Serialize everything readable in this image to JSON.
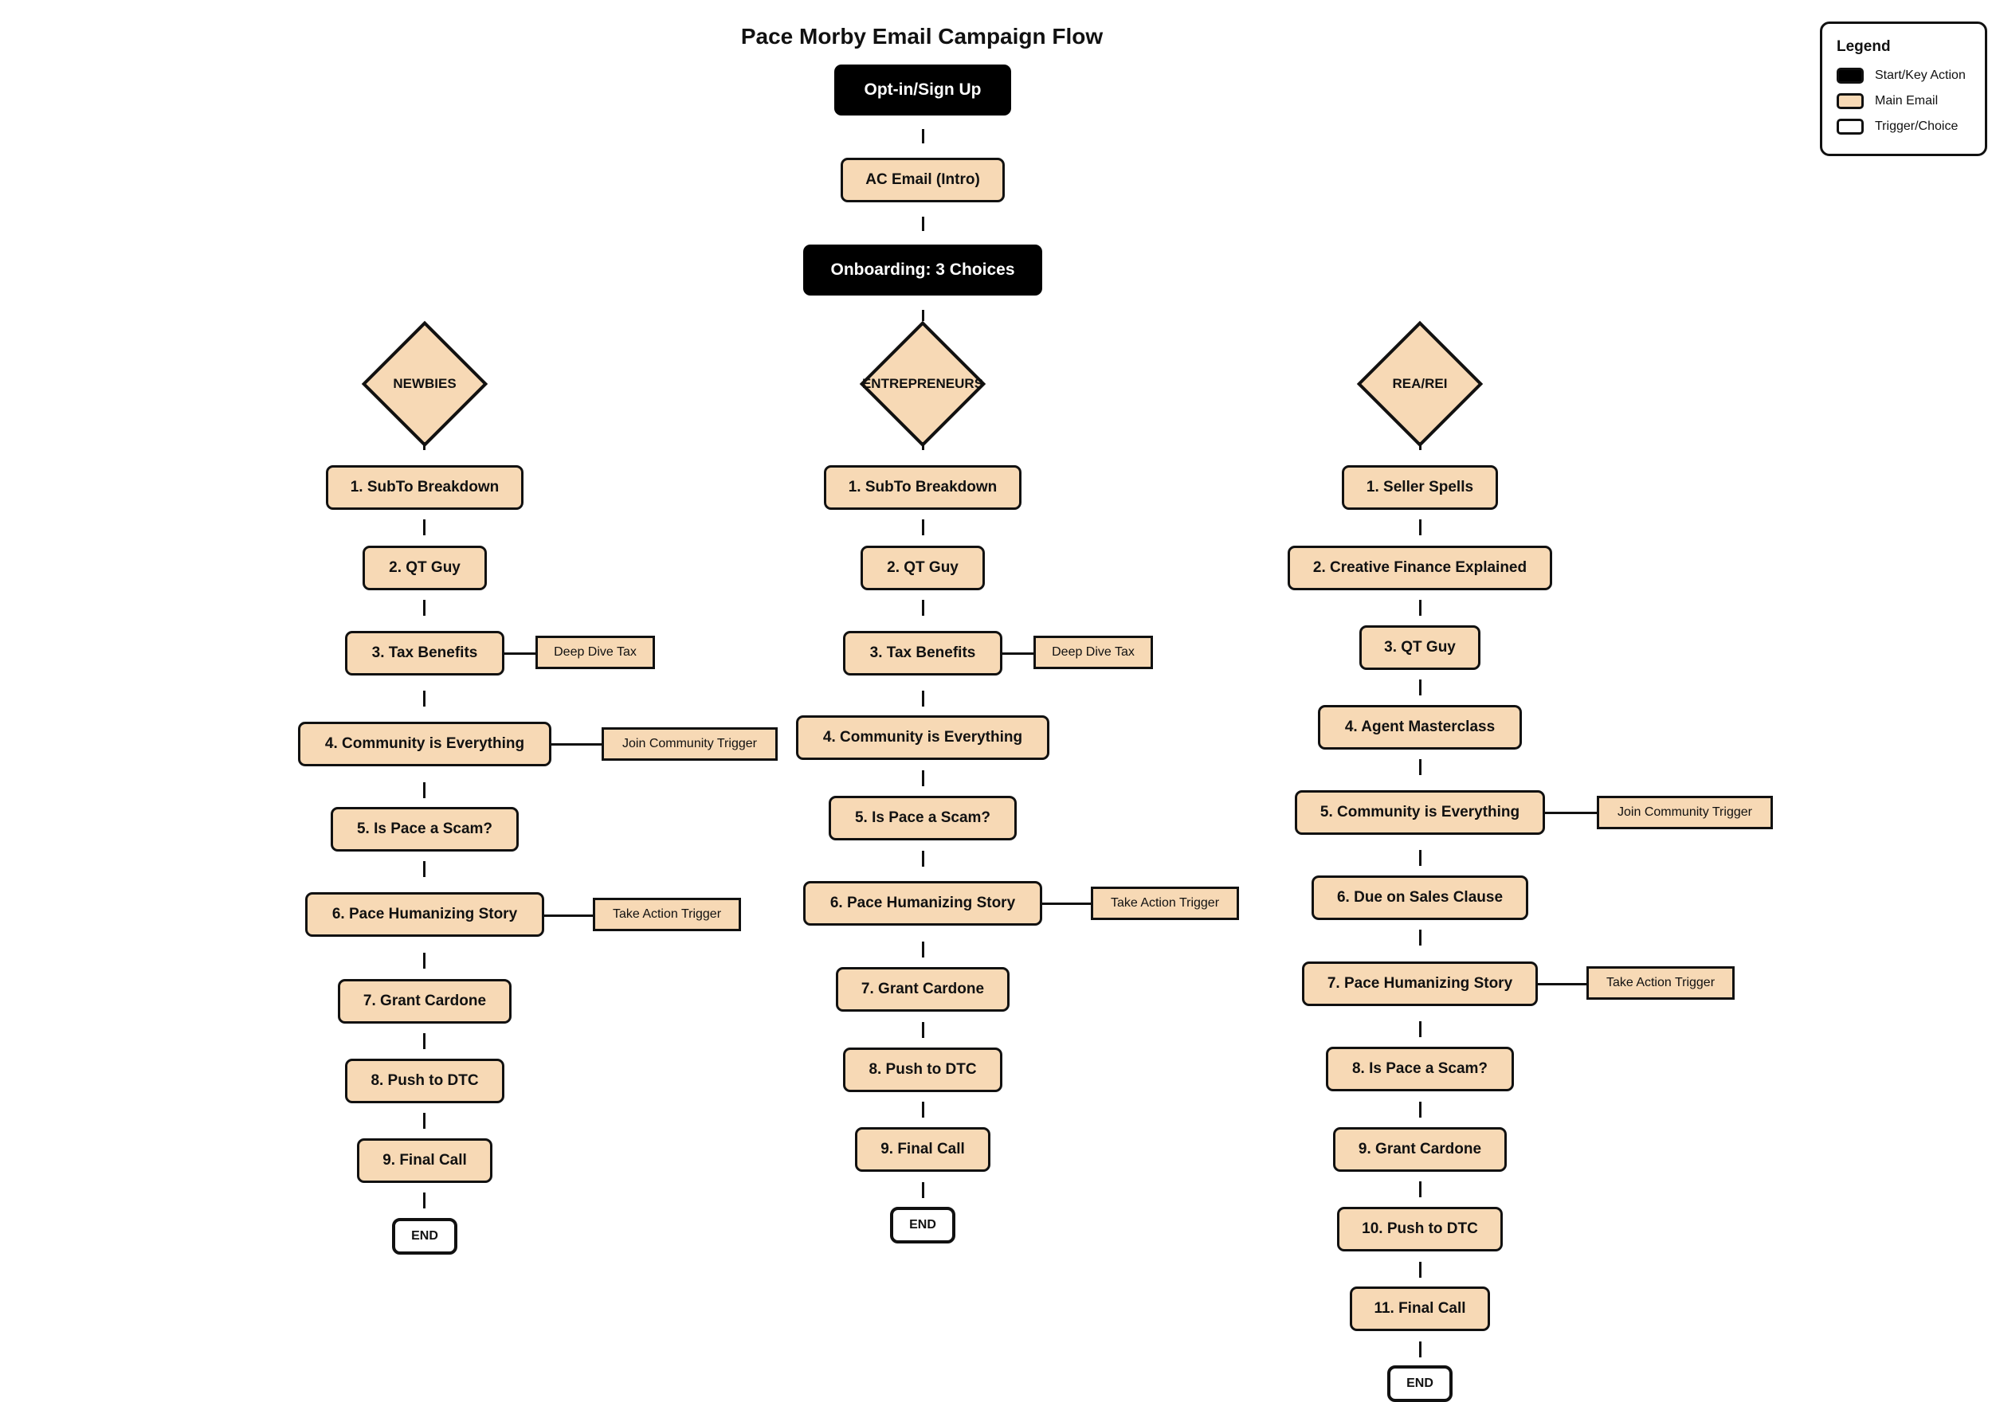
{
  "diagram": {
    "title": "Pace Morby Email Campaign Flow",
    "start": {
      "label": "Opt-in/Sign Up"
    },
    "intro": {
      "label": "AC Email (Intro)"
    },
    "onboarding": {
      "label": "Onboarding: 3 Choices"
    },
    "branches": [
      {
        "name": "NEWBIES",
        "emails": [
          {
            "label": "1. SubTo Breakdown"
          },
          {
            "label": "2. QT Guy"
          },
          {
            "label": "3. Tax Benefits",
            "trigger": "Deep Dive Tax"
          },
          {
            "label": "4. Community is Everything",
            "trigger": "Join Community Trigger"
          },
          {
            "label": "5. Is Pace a Scam?"
          },
          {
            "label": "6. Pace Humanizing Story",
            "trigger": "Take Action Trigger"
          },
          {
            "label": "7. Grant Cardone"
          },
          {
            "label": "8. Push to DTC"
          },
          {
            "label": "9. Final Call"
          }
        ],
        "end": "END"
      },
      {
        "name": "ENTREPRENEURS",
        "emails": [
          {
            "label": "1. SubTo Breakdown"
          },
          {
            "label": "2. QT Guy"
          },
          {
            "label": "3. Tax Benefits",
            "trigger": "Deep Dive Tax"
          },
          {
            "label": "4. Community is Everything"
          },
          {
            "label": "5. Is Pace a Scam?"
          },
          {
            "label": "6. Pace Humanizing Story",
            "trigger": "Take Action Trigger"
          },
          {
            "label": "7. Grant Cardone"
          },
          {
            "label": "8. Push to DTC"
          },
          {
            "label": "9. Final Call"
          }
        ],
        "end": "END"
      },
      {
        "name": "REA/REI",
        "emails": [
          {
            "label": "1. Seller Spells"
          },
          {
            "label": "2. Creative Finance Explained"
          },
          {
            "label": "3. QT Guy"
          },
          {
            "label": "4. Agent Masterclass"
          },
          {
            "label": "5. Community is Everything",
            "trigger": "Join Community Trigger"
          },
          {
            "label": "6. Due on Sales Clause"
          },
          {
            "label": "7. Pace Humanizing Story",
            "trigger": "Take Action Trigger"
          },
          {
            "label": "8. Is Pace a Scam?"
          },
          {
            "label": "9. Grant Cardone"
          },
          {
            "label": "10. Push to DTC"
          },
          {
            "label": "11. Final Call"
          }
        ],
        "end": "END"
      }
    ],
    "legend": {
      "title": "Legend",
      "items": [
        {
          "label": "Start/Key Action",
          "kind": "black"
        },
        {
          "label": "Main Email",
          "kind": "email"
        },
        {
          "label": "Trigger/Choice",
          "kind": "trigger"
        }
      ]
    },
    "colors": {
      "email_fill": "#f7d9b5",
      "key_action_fill": "#000000",
      "stroke": "#111111",
      "trigger_fill": "#ffffff"
    }
  }
}
